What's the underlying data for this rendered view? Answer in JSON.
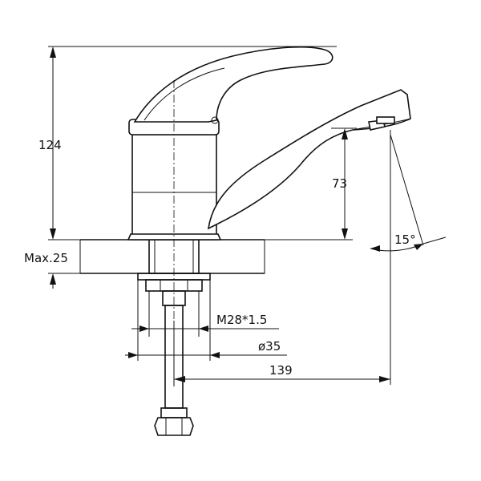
{
  "dimensions": {
    "height_total": "124",
    "spout_height": "73",
    "max_thickness": "Max.25",
    "spout_angle": "15°",
    "thread": "M28*1.5",
    "diameter": "ø35",
    "reach": "139"
  }
}
